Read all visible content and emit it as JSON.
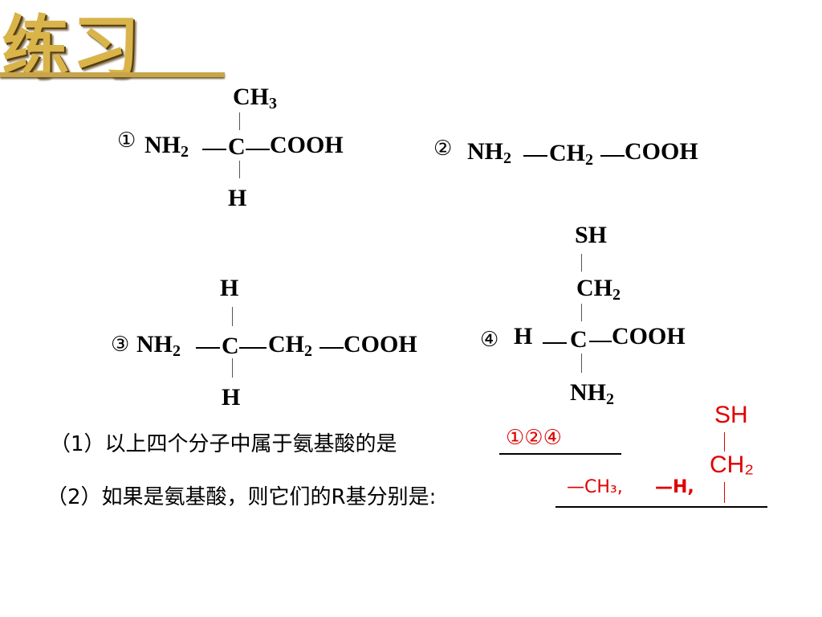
{
  "title": "练习",
  "molecules": {
    "m1": {
      "label": "①",
      "top": "CH3",
      "left": "NH2",
      "center": "C",
      "right": "COOH",
      "bottom": "H"
    },
    "m2": {
      "label": "②",
      "a": "NH2",
      "b": "CH2",
      "c": "COOH"
    },
    "m3": {
      "label": "③",
      "top": "H",
      "left": "NH2",
      "center": "C",
      "mid": "CH2",
      "right": "COOH",
      "bottom": "H"
    },
    "m4": {
      "label": "④",
      "top": "SH",
      "upper": "CH2",
      "left": "H",
      "center": "C",
      "right": "COOH",
      "bottom": "NH2"
    }
  },
  "questions": {
    "q1": {
      "text": "（1）以上四个分子中属于氨基酸的是",
      "answer": "①②④"
    },
    "q2": {
      "text": "（2）如果是氨基酸，则它们的R基分别是:",
      "answer_a": "—CH₃,",
      "answer_b": "—H,",
      "answer_c_top": "SH",
      "answer_c_bottom": "CH₂"
    }
  }
}
